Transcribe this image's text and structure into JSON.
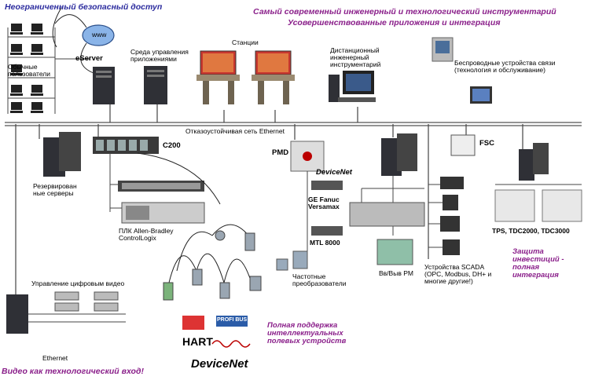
{
  "headline_left": "Неограниченный безопасный доступ",
  "headline_right_1": "Самый современный инженерный и технологический инструментарий",
  "headline_right_2": "Усовершенствованные приложения и интеграция",
  "labels": {
    "users": "Обычные пользователи",
    "www": "www",
    "eserver": "eServer",
    "app_env": "Среда управления приложениями",
    "stations": "Станции",
    "remote_tools": "Дистанционный инженерный инструментарий",
    "wireless": "Беспроводные устройства связи (технология и обслуживание)",
    "ethernet_ft": "Отказоустойчивая сеть Ethernet",
    "c200": "C200",
    "backup_servers": "Резервирован ные серверы",
    "pmd": "PMD",
    "fsc": "FSC",
    "devicenet_small": "DeviceNet",
    "ge_fanuc": "GE Fanuc Versamax",
    "mtl": "MTL 8000",
    "plc": "ПЛК Allen-Bradley ControlLogix",
    "freq": "Частотные преобразователи",
    "io_pm": "Вв/Выв PM",
    "scada": "Устройства SCADA (OPC, Modbus, DH+ и многие другие!)",
    "tps": "TPS, TDC2000, TDC3000",
    "invest": "Защита инвестиций - полная интеграция",
    "video_mgmt": "Управление цифровым видео",
    "ethernet": "Ethernet",
    "video_input": "Видео как технологический вход!",
    "fieldbus_support": "Полная поддержка интеллектуальных полевых устройств",
    "hart": "HART",
    "profibus": "PROFI BUS",
    "devicenet_logo": "DeviceNet"
  },
  "colors": {
    "blue_text": "#2b2b9e",
    "purple_text": "#8a1f8a",
    "server": "#2f3036",
    "station_red": "#c8372f"
  }
}
